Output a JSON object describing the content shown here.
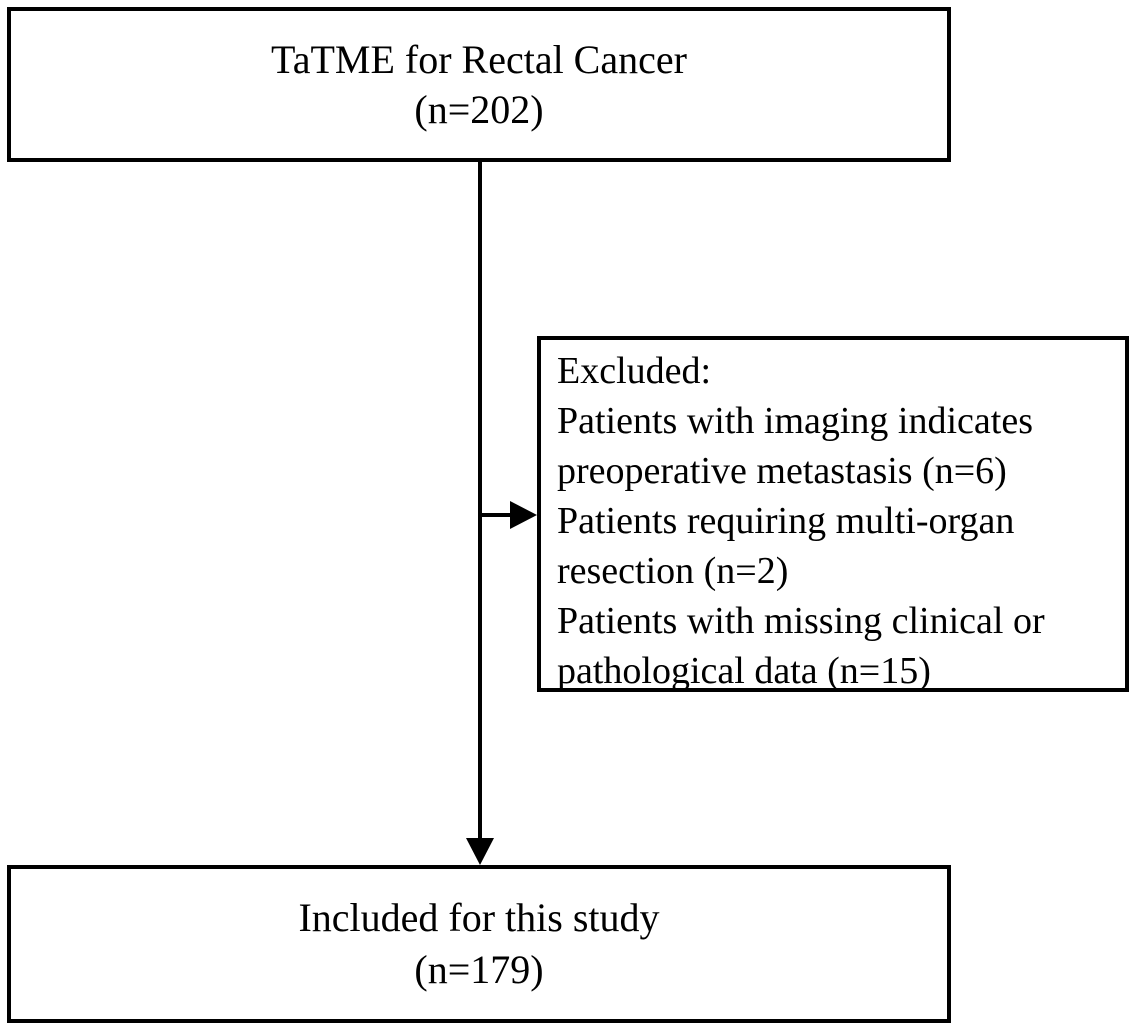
{
  "boxes": {
    "top": {
      "title": "TaTME for Rectal Cancer",
      "count": "(n=202)"
    },
    "excluded": {
      "lines": [
        "Excluded:",
        "Patients with imaging indicates",
        "preoperative metastasis (n=6)",
        "Patients requiring multi-organ",
        "resection (n=2)",
        "Patients with missing clinical or",
        "pathological data (n=15)"
      ]
    },
    "bottom": {
      "title": "Included for this study",
      "count": "(n=179)"
    }
  },
  "colors": {
    "stroke": "#000000",
    "background": "#ffffff"
  }
}
